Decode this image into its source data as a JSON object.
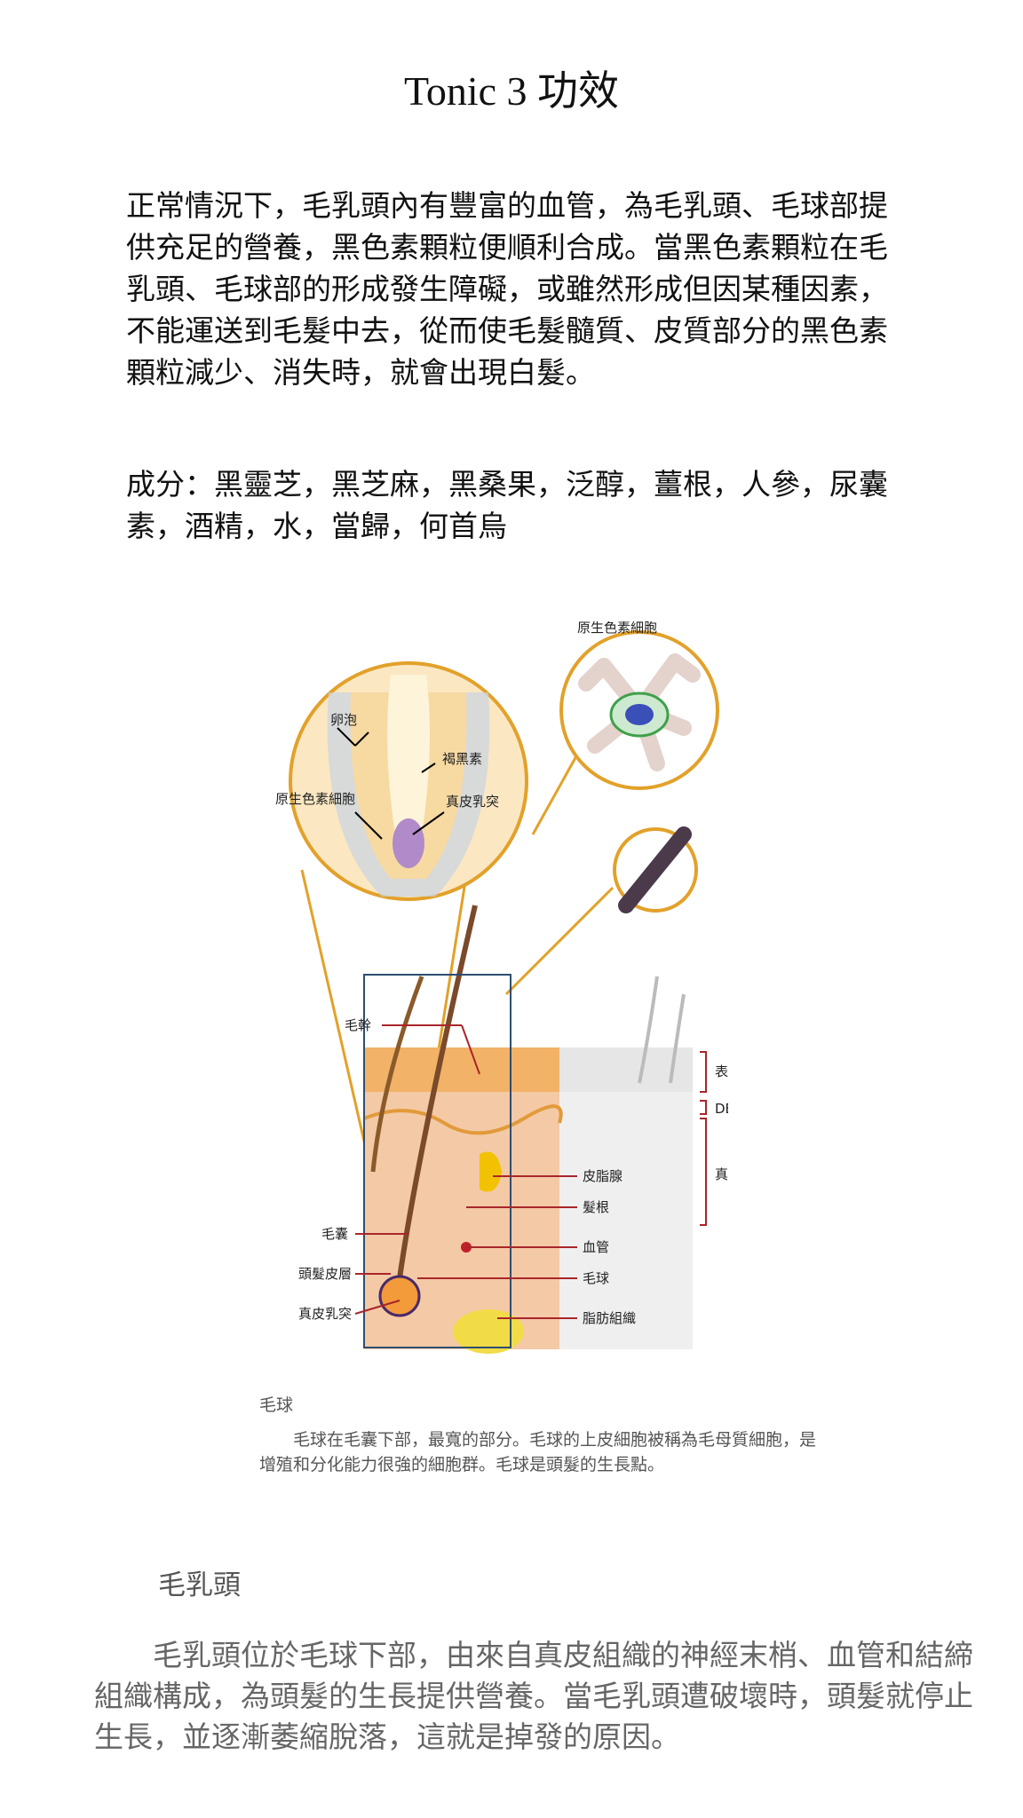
{
  "title": "Tonic 3 功效",
  "paragraph1": "正常情況下，毛乳頭內有豐富的血管，為毛乳頭、毛球部提供充足的營養，黑色素顆粒便順利合成。當黑色素顆粒在毛乳頭、毛球部的形成發生障礙，或雖然形成但因某種因素，不能運送到毛髮中去，從而使毛髮髓質、皮質部分的黑色素顆粒減少、消失時，就會出現白髮。",
  "paragraph2": "成分：黑靈芝，黑芝麻，黑桑果，泛醇，薑根，人參，尿囊素，酒精，水，當歸，何首烏",
  "diagram": {
    "labels": {
      "melanocyte_top": "原生色素細胞",
      "follicle": "卵泡",
      "melanin": "褐黑素",
      "melanocyte_mid": "原生色素細胞",
      "dermal_papilla_top": "真皮乳突",
      "hair_shaft": "毛幹",
      "epidermis": "表皮層",
      "dej": "DEJ",
      "sebaceous": "皮脂腺",
      "dermis": "真皮",
      "hair_root": "髮根",
      "follicle_sheath": "毛囊",
      "blood_vessel": "血管",
      "hair_cortex": "頭髮皮層",
      "hair_bulb": "毛球",
      "dermal_papilla": "真皮乳突",
      "fat": "脂肪組織"
    },
    "colors": {
      "callout_ring": "#E2A12A",
      "box_outline": "#2E4E72",
      "leader_red": "#A8262A",
      "dermis": "#F4C9A6",
      "epidermis": "#F2B267"
    }
  },
  "caption_title": "毛球",
  "caption_text": "毛球在毛囊下部，最寬的部分。毛球的上皮細胞被稱為毛母質細胞，是增殖和分化能力很強的細胞群。毛球是頭髮的生長點。",
  "section_title": "毛乳頭",
  "section_text": "毛乳頭位於毛球下部，由來自真皮組織的神經末梢、血管和結締組織構成，為頭髮的生長提供營養。當毛乳頭遭破壞時，頭髮就停止生長，並逐漸萎縮脫落，這就是掉發的原因。"
}
